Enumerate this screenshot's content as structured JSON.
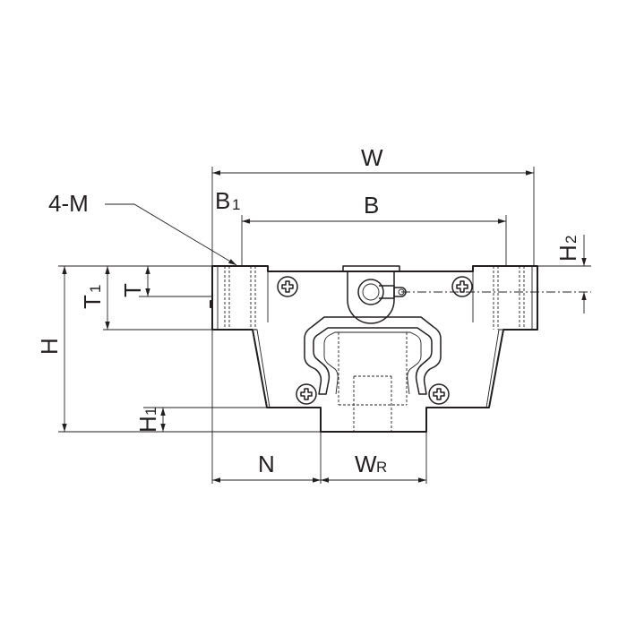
{
  "labels": {
    "W": "W",
    "B": "B",
    "B1_main": "B",
    "B1_sub": "1",
    "M": "4-M",
    "H2_main": "H",
    "H2_sub": "2",
    "T": "T",
    "T1_main": "T",
    "T1_sub": "1",
    "H": "H",
    "H1_main": "H",
    "H1_sub": "1",
    "N": "N",
    "WR_main": "W",
    "WR_sub": "R"
  },
  "colors": {
    "ink": "#231f20",
    "background": "#ffffff"
  }
}
